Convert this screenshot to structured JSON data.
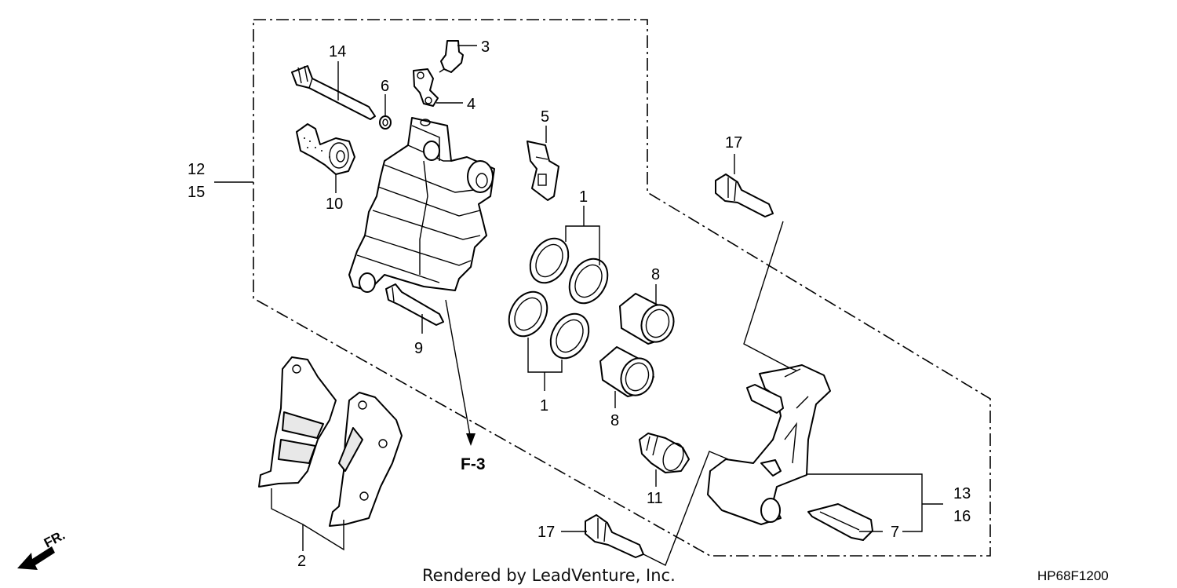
{
  "callouts": {
    "c1_top": "1",
    "c1_bottom": "1",
    "c2": "2",
    "c3": "3",
    "c4": "4",
    "c5": "5",
    "c6": "6",
    "c7": "7",
    "c8_top": "8",
    "c8_bottom": "8",
    "c9": "9",
    "c10": "10",
    "c11": "11",
    "c12": "12",
    "c13": "13",
    "c14": "14",
    "c15": "15",
    "c16": "16",
    "c17_top": "17",
    "c17_bottom": "17"
  },
  "reference": "F-3",
  "direction_label": "FR.",
  "credit": "Rendered by LeadVenture, Inc.",
  "diagram_code": "HP68F1200"
}
